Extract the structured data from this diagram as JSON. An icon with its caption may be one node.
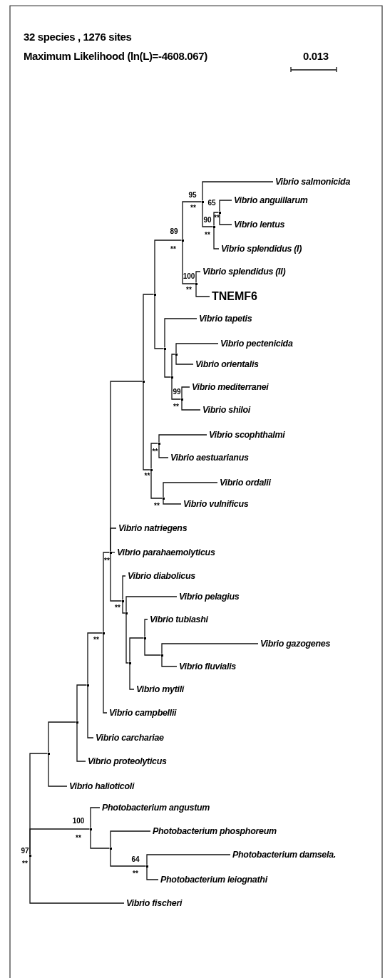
{
  "diagram": {
    "nodes": [
      {
        "text": [
          "Vibrio salmonicida"
        ]
      },
      {
        "text": [
          "Vibrio anguillarum"
        ]
      },
      {
        "text": [
          "Vibrio lentus"
        ]
      },
      {
        "text": [
          "Vibrio splendidus (I)"
        ]
      },
      {
        "text": [
          "Vibrio splendidus (II)"
        ]
      },
      {
        "text": [
          "TNEMF6"
        ]
      },
      {
        "text": [
          "Vibrio tapetis"
        ]
      },
      {
        "text": [
          "Vibrio pectenicida"
        ]
      },
      {
        "text": [
          "Vibrio orientalis"
        ]
      },
      {
        "text": [
          "Vibrio mediterranei"
        ]
      },
      {
        "text": [
          "Vibrio shiloi"
        ]
      },
      {
        "text": [
          "Vibrio scophthalmi"
        ]
      },
      {
        "text": [
          "Vibrio aestuarianus"
        ]
      },
      {
        "text": [
          "Vibrio ordalii"
        ]
      },
      {
        "text": [
          "Vibrio vulnificus"
        ]
      },
      {
        "text": [
          "Vibrio natriegens"
        ]
      },
      {
        "text": [
          "Vibrio parahaemolyticus"
        ]
      },
      {
        "text": [
          "Vibrio diabolicus"
        ]
      },
      {
        "text": [
          "Vibrio pelagius"
        ]
      },
      {
        "text": [
          "Vibrio tubiashi"
        ]
      },
      {
        "text": [
          "Vibrio gazogenes"
        ]
      },
      {
        "text": [
          "Vibrio fluvialis"
        ]
      },
      {
        "text": [
          "Vibrio mytili"
        ]
      },
      {
        "text": [
          "Vibrio campbellii"
        ]
      },
      {
        "text": [
          "Vibrio carchariae"
        ]
      },
      {
        "text": [
          "Vibrio proteolyticus"
        ]
      },
      {
        "text": [
          "Vibrio halioticoli"
        ]
      },
      {
        "text": [
          "Photobacterium angustum"
        ]
      },
      {
        "text": [
          "Photobacterium phosphoreum"
        ]
      },
      {
        "text": [
          "Photobacterium damsela."
        ]
      },
      {
        "text": [
          "Photobacterium leiognathi"
        ]
      },
      {
        "text": [
          "Vibrio fischeri"
        ]
      },
      {
        "text": [],
        "shape": "point",
        "beside": [
          "95",
          "**"
        ]
      },
      {
        "text": [],
        "shape": "point",
        "beside": [
          "65",
          "**"
        ]
      },
      {
        "text": [],
        "shape": "point",
        "beside": [
          "90",
          "**"
        ]
      },
      {
        "text": [],
        "shape": "point",
        "beside": [
          "89",
          "**"
        ]
      },
      {
        "text": [],
        "shape": "point",
        "beside": [
          "100",
          "**"
        ]
      },
      {
        "text": [],
        "shape": "point"
      },
      {
        "text": [],
        "shape": "point"
      },
      {
        "text": [],
        "shape": "point"
      },
      {
        "text": [],
        "shape": "point"
      },
      {
        "text": [],
        "shape": "point"
      },
      {
        "text": [],
        "shape": "point",
        "beside": [
          "99",
          "**"
        ]
      },
      {
        "text": [],
        "shape": "point",
        "beside": [
          "**"
        ]
      },
      {
        "text": [],
        "shape": "point",
        "beside": [
          "**"
        ]
      },
      {
        "text": [],
        "shape": "point",
        "beside": [
          "**"
        ]
      },
      {
        "text": [],
        "shape": "point",
        "beside": [
          "**"
        ]
      },
      {
        "text": [],
        "shape": "point",
        "beside": [
          "**"
        ]
      },
      {
        "text": [],
        "shape": "point"
      },
      {
        "text": [],
        "shape": "point",
        "beside": [
          "**"
        ]
      },
      {
        "text": [],
        "shape": "point"
      },
      {
        "text": [],
        "shape": "point"
      },
      {
        "text": [],
        "shape": "point"
      },
      {
        "text": [],
        "shape": "point"
      },
      {
        "text": [],
        "shape": "point"
      },
      {
        "text": [],
        "shape": "point"
      },
      {
        "text": [],
        "shape": "point",
        "beside": [
          "97",
          "**"
        ]
      },
      {
        "text": [],
        "shape": "point",
        "beside": [
          "100",
          "**"
        ]
      },
      {
        "text": [],
        "shape": "point"
      },
      {
        "text": [],
        "shape": "point",
        "beside": [
          "64",
          "**"
        ]
      }
    ],
    "edges": [
      {
        "from": 32,
        "to": 0,
        "arrow": "none"
      },
      {
        "from": 32,
        "to": 34,
        "arrow": "none"
      },
      {
        "from": 34,
        "to": 33,
        "arrow": "none"
      },
      {
        "from": 34,
        "to": 3,
        "arrow": "none"
      },
      {
        "from": 33,
        "to": 1,
        "arrow": "none"
      },
      {
        "from": 33,
        "to": 2,
        "arrow": "none"
      },
      {
        "from": 35,
        "to": 32,
        "arrow": "none"
      },
      {
        "from": 35,
        "to": 36,
        "arrow": "none"
      },
      {
        "from": 36,
        "to": 4,
        "arrow": "none"
      },
      {
        "from": 36,
        "to": 5,
        "arrow": "none"
      },
      {
        "from": 37,
        "to": 35,
        "arrow": "none"
      },
      {
        "from": 37,
        "to": 38,
        "arrow": "none"
      },
      {
        "from": 38,
        "to": 6,
        "arrow": "none"
      },
      {
        "from": 38,
        "to": 40,
        "arrow": "none"
      },
      {
        "from": 40,
        "to": 39,
        "arrow": "none"
      },
      {
        "from": 40,
        "to": 42,
        "arrow": "none"
      },
      {
        "from": 39,
        "to": 7,
        "arrow": "none"
      },
      {
        "from": 39,
        "to": 8,
        "arrow": "none"
      },
      {
        "from": 42,
        "to": 9,
        "arrow": "none"
      },
      {
        "from": 42,
        "to": 10,
        "arrow": "none"
      },
      {
        "from": 41,
        "to": 37,
        "arrow": "none"
      },
      {
        "from": 41,
        "to": 44,
        "arrow": "none"
      },
      {
        "from": 44,
        "to": 43,
        "arrow": "none"
      },
      {
        "from": 44,
        "to": 45,
        "arrow": "none"
      },
      {
        "from": 43,
        "to": 11,
        "arrow": "none"
      },
      {
        "from": 43,
        "to": 12,
        "arrow": "none"
      },
      {
        "from": 45,
        "to": 13,
        "arrow": "none"
      },
      {
        "from": 45,
        "to": 14,
        "arrow": "none"
      },
      {
        "from": 46,
        "to": 41,
        "arrow": "none"
      },
      {
        "from": 46,
        "to": 15,
        "arrow": "none"
      },
      {
        "from": 46,
        "to": 16,
        "arrow": "none"
      },
      {
        "from": 46,
        "to": 47,
        "arrow": "none"
      },
      {
        "from": 47,
        "to": 17,
        "arrow": "none"
      },
      {
        "from": 47,
        "to": 48,
        "arrow": "none"
      },
      {
        "from": 48,
        "to": 18,
        "arrow": "none"
      },
      {
        "from": 48,
        "to": 52,
        "arrow": "none"
      },
      {
        "from": 52,
        "to": 50,
        "arrow": "none"
      },
      {
        "from": 52,
        "to": 22,
        "arrow": "none"
      },
      {
        "from": 50,
        "to": 19,
        "arrow": "none"
      },
      {
        "from": 50,
        "to": 51,
        "arrow": "none"
      },
      {
        "from": 51,
        "to": 20,
        "arrow": "none"
      },
      {
        "from": 51,
        "to": 21,
        "arrow": "none"
      },
      {
        "from": 49,
        "to": 46,
        "arrow": "none"
      },
      {
        "from": 49,
        "to": 23,
        "arrow": "none"
      },
      {
        "from": 53,
        "to": 49,
        "arrow": "none"
      },
      {
        "from": 53,
        "to": 24,
        "arrow": "none"
      },
      {
        "from": 54,
        "to": 53,
        "arrow": "none"
      },
      {
        "from": 54,
        "to": 25,
        "arrow": "none"
      },
      {
        "from": 55,
        "to": 54,
        "arrow": "none"
      },
      {
        "from": 55,
        "to": 26,
        "arrow": "none"
      },
      {
        "from": 56,
        "to": 55,
        "arrow": "none"
      },
      {
        "from": 56,
        "to": 57,
        "arrow": "none"
      },
      {
        "from": 56,
        "to": 31,
        "arrow": "none"
      },
      {
        "from": 57,
        "to": 27,
        "arrow": "none"
      },
      {
        "from": 57,
        "to": 58,
        "arrow": "none"
      },
      {
        "from": 58,
        "to": 28,
        "arrow": "none"
      },
      {
        "from": 58,
        "to": 59,
        "arrow": "none"
      },
      {
        "from": 59,
        "to": 29,
        "arrow": "none"
      },
      {
        "from": 59,
        "to": 30,
        "arrow": "none"
      }
    ],
    "labels": [
      "32 species , 1276 sites",
      "Maximum Likelihood (ln(L)=-4608.067)",
      "0.013"
    ]
  }
}
